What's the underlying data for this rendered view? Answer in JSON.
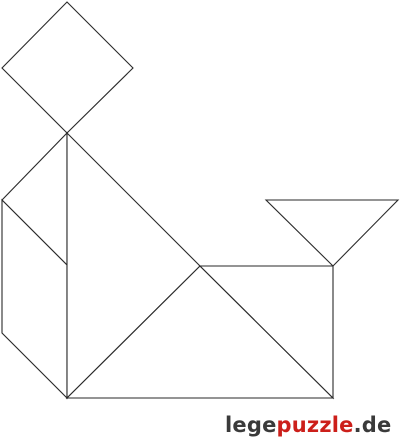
{
  "puzzle": {
    "pieces": [
      {
        "name": "square",
        "color": "#ffffff"
      },
      {
        "name": "small-triangle-upper",
        "color": "#ffffff"
      },
      {
        "name": "parallelogram",
        "color": "#ffffff"
      },
      {
        "name": "large-triangle-upper",
        "color": "#ffffff"
      },
      {
        "name": "large-triangle-lower",
        "color": "#ffffff"
      },
      {
        "name": "medium-triangle",
        "color": "#ffffff"
      },
      {
        "name": "small-triangle-tail",
        "color": "#ffffff"
      }
    ],
    "outline_color": "#2a2a2a"
  },
  "logo": {
    "part1": "lege",
    "part2": "puzzle",
    "part3": ".de",
    "color_dark": "#3a3a3a",
    "color_red": "#cc1f1a"
  }
}
